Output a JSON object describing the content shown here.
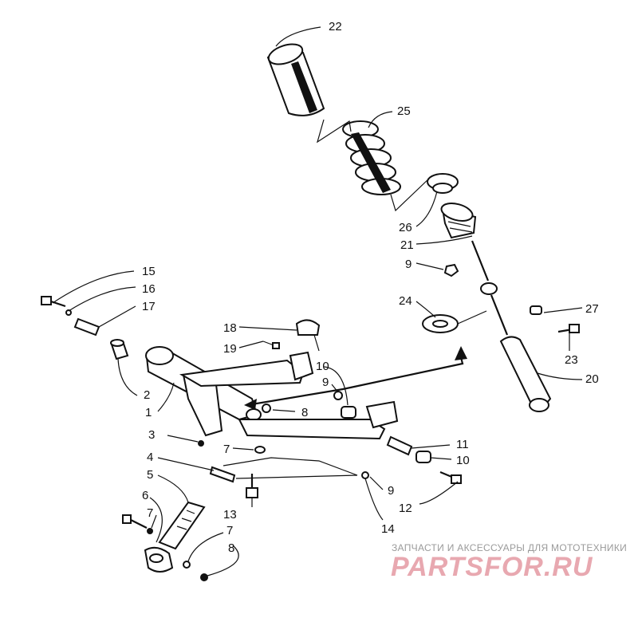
{
  "callouts": [
    "22",
    "25",
    "26",
    "21",
    "9",
    "24",
    "27",
    "23",
    "20",
    "15",
    "16",
    "17",
    "18",
    "19",
    "10",
    "9",
    "2",
    "1",
    "8",
    "3",
    "7",
    "11",
    "10",
    "4",
    "9",
    "5",
    "6",
    "7",
    "13",
    "12",
    "14",
    "7",
    "8"
  ],
  "watermark": {
    "tagline": "ЗАПЧАСТИ И АКСЕССУАРЫ ДЛЯ МОТОТЕХНИКИ",
    "logo": "PARTSFOR.RU"
  }
}
